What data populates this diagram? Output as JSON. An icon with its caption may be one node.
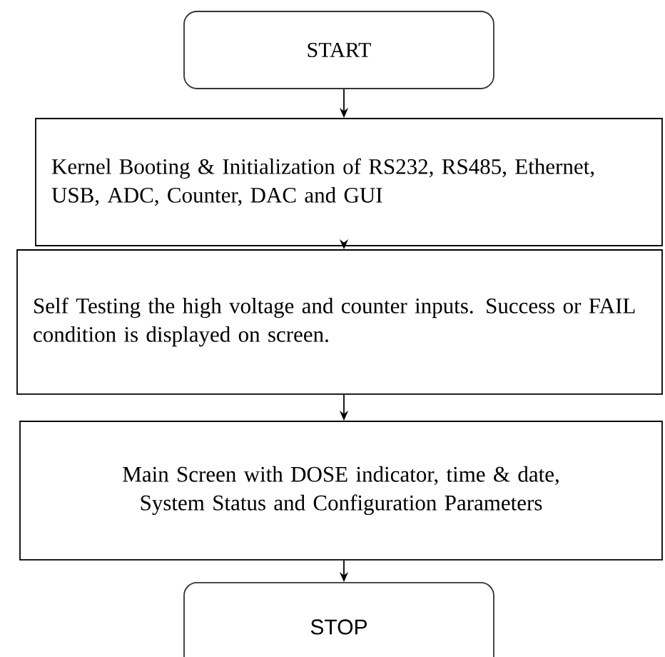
{
  "diagram": {
    "nodes": [
      {
        "text": [
          "START"
        ]
      },
      {
        "text": [
          "Kernel Booting & Initialization of RS232, RS485, Ethernet, USB, ADC, Counter, DAC and GUI"
        ]
      },
      {
        "text": [
          "Self Testing the high voltage and counter inputs. Success or FAIL condition is displayed on screen."
        ]
      },
      {
        "text": [
          "Main Screen with DOSE indicator, time & date, System Status and Configuration Parameters"
        ]
      },
      {
        "text": [
          "STOP"
        ]
      }
    ],
    "edges": [
      {
        "from": 0,
        "to": 1,
        "arrow": "to"
      },
      {
        "from": 1,
        "to": 2,
        "arrow": "to"
      },
      {
        "from": 2,
        "to": 3,
        "arrow": "to"
      },
      {
        "from": 3,
        "to": 4,
        "arrow": "to"
      }
    ]
  }
}
